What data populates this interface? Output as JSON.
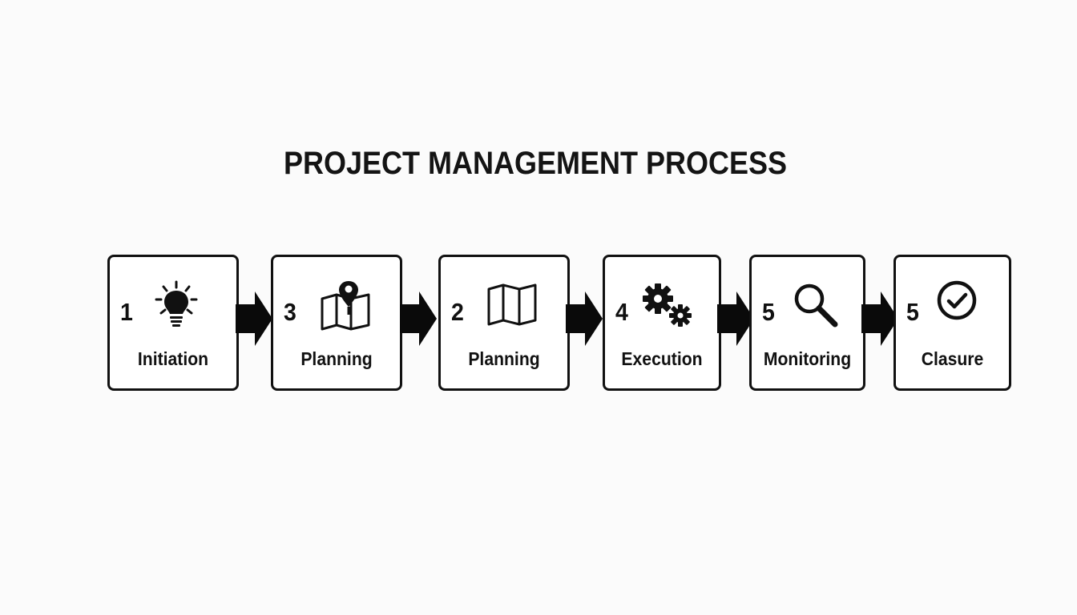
{
  "title": "PROJECT MANAGEMENT PROCESS",
  "steps": [
    {
      "number": "1",
      "label": "Initiation",
      "icon": "lightbulb-icon"
    },
    {
      "number": "3",
      "label": "Planning",
      "icon": "map-pin-icon"
    },
    {
      "number": "2",
      "label": "Planning",
      "icon": "folded-map-icon"
    },
    {
      "number": "4",
      "label": "Execution",
      "icon": "gears-icon"
    },
    {
      "number": "5",
      "label": "Monitoring",
      "icon": "magnifier-icon"
    },
    {
      "number": "5",
      "label": "Clasure",
      "icon": "check-circle-icon"
    }
  ],
  "colors": {
    "background": "#fbfbfb",
    "box_fill": "#ffffff",
    "stroke": "#111111"
  }
}
